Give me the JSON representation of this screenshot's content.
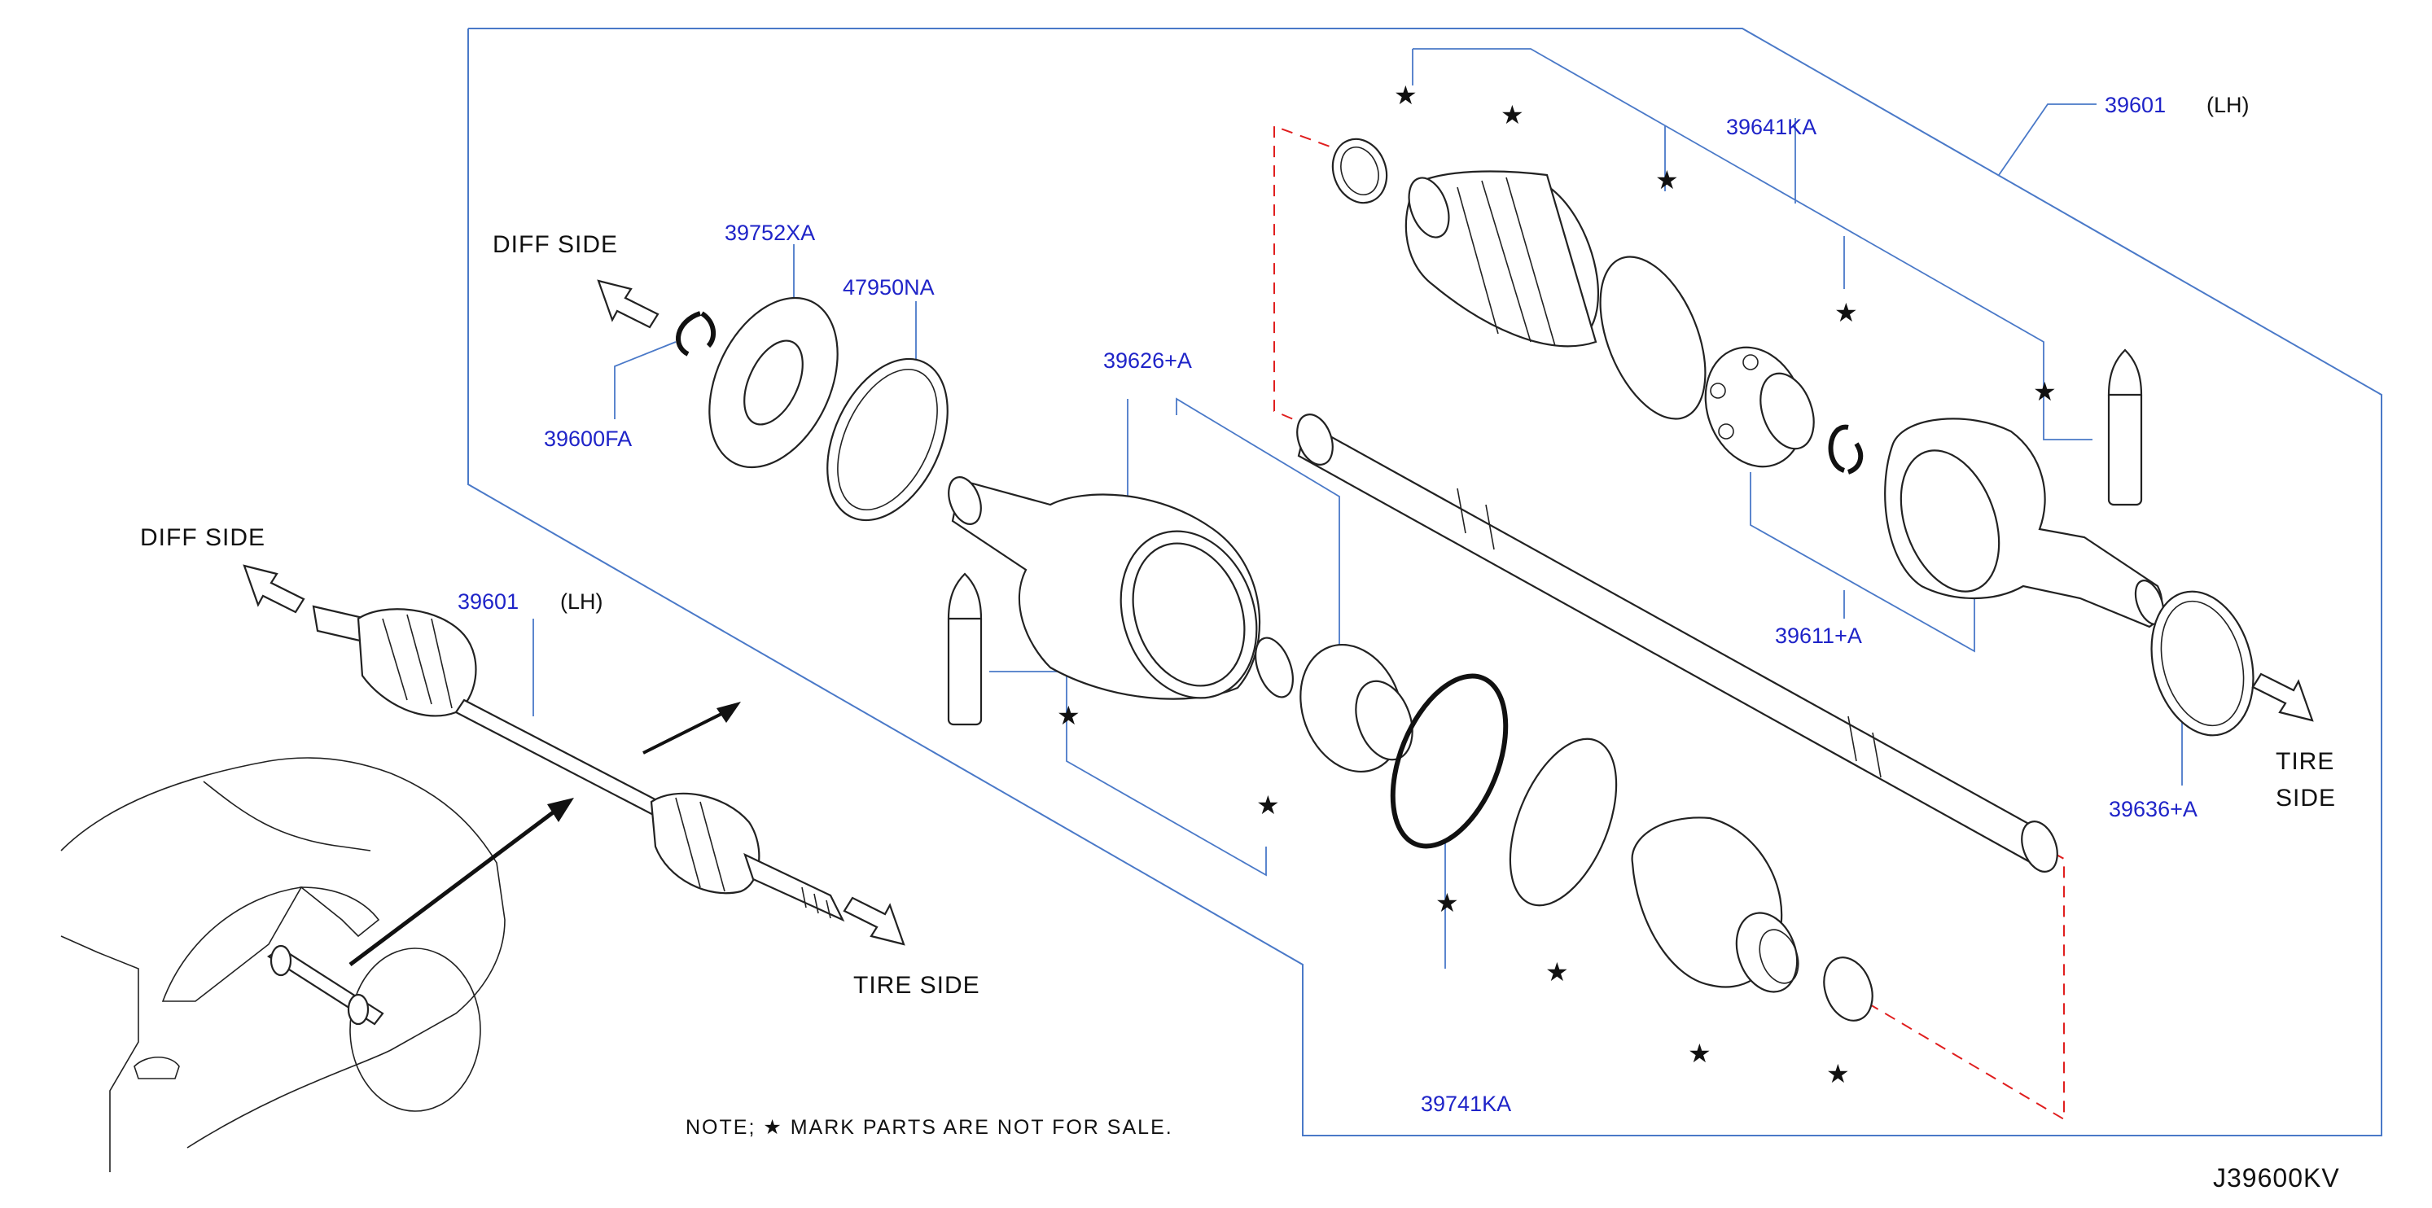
{
  "parts": {
    "p39601_top": "39601",
    "p39601_top_lh": "(LH)",
    "p39641KA": "39641KA",
    "p39752XA": "39752XA",
    "p47950NA": "47950NA",
    "p39600FA": "39600FA",
    "p39626A": "39626+A",
    "p39611A": "39611+A",
    "p39636A": "39636+A",
    "p39741KA": "39741KA",
    "p39601_left": "39601",
    "p39601_left_lh": "(LH)"
  },
  "sides": {
    "diff_side_top": "DIFF  SIDE",
    "diff_side_left": "DIFF  SIDE",
    "tire_side_bottom": "TIRE  SIDE",
    "tire_right_1": "TIRE",
    "tire_right_2": "SIDE"
  },
  "note": "NOTE;  ★ MARK  PARTS  ARE  NOT  FOR  SALE.",
  "star": "★",
  "reference_code": "J39600KV",
  "colors": {
    "part_number": "#1f24c8",
    "frame": "#4a79c8",
    "dashed_line": "#e01e1e"
  }
}
